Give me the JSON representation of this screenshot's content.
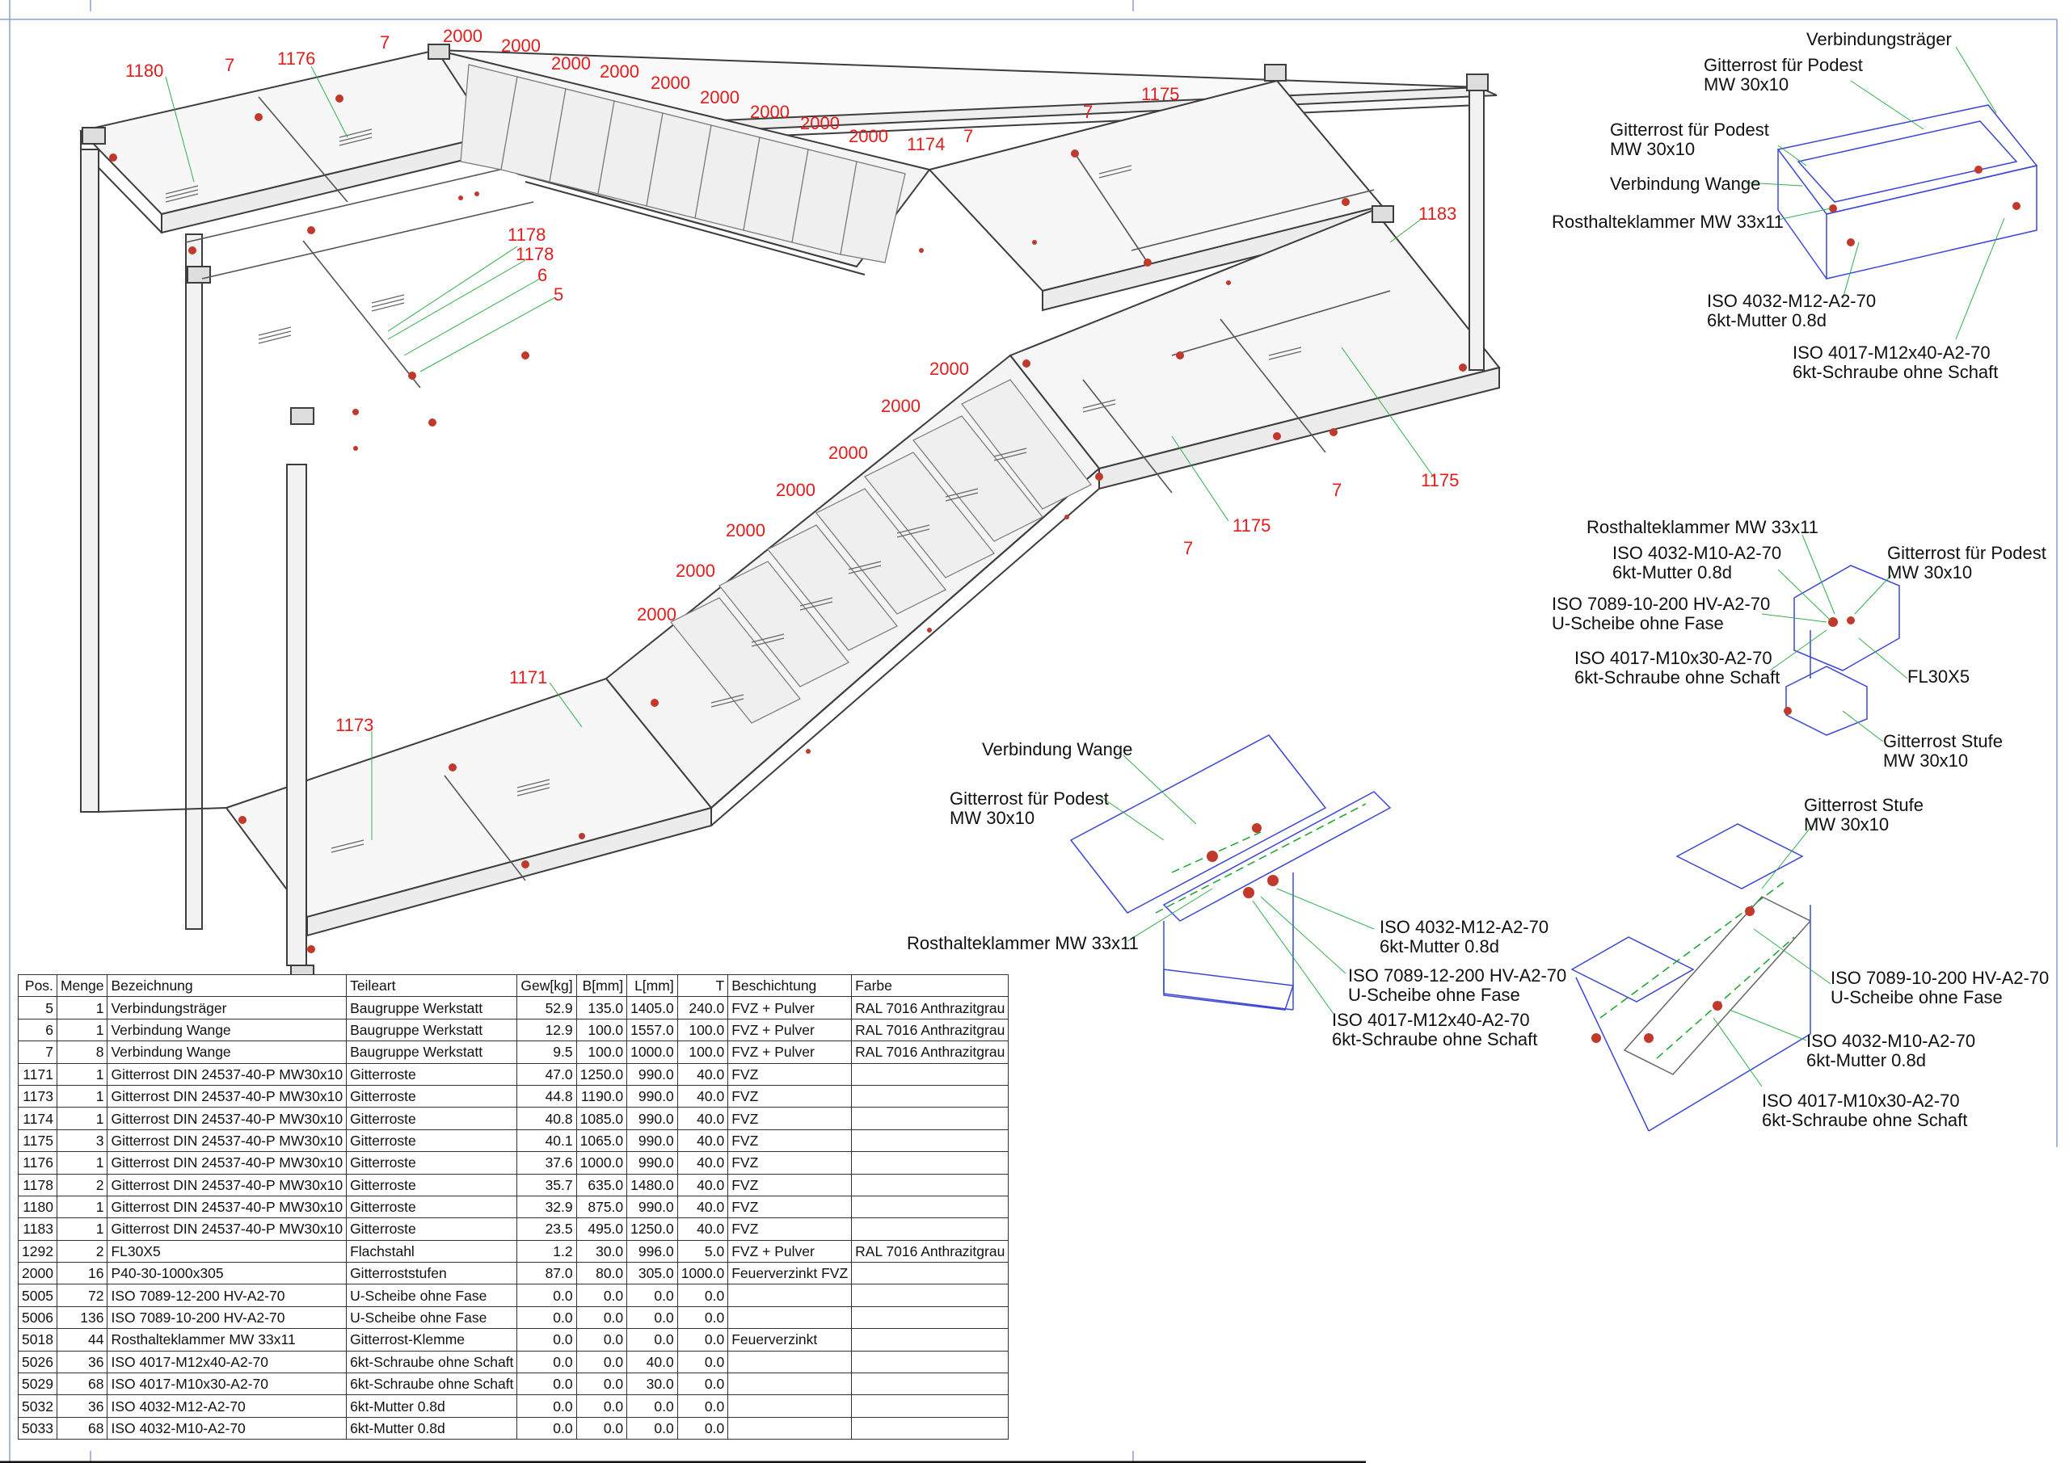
{
  "position_numbers": {
    "p1180": "1180",
    "p7a": "7",
    "p1176": "1176",
    "p7b": "7",
    "s1": "2000",
    "s2": "2000",
    "s3": "2000",
    "s4": "2000",
    "s5": "2000",
    "s6": "2000",
    "s7": "2000",
    "s8": "2000",
    "s9": "2000",
    "p1174": "1174",
    "p7c": "7",
    "p7d": "7",
    "p1175a": "1175",
    "p1183": "1183",
    "p1178a": "1178",
    "p1178b": "1178",
    "p6": "6",
    "p5": "5",
    "t1": "2000",
    "t2": "2000",
    "t3": "2000",
    "t4": "2000",
    "t5": "2000",
    "t6": "2000",
    "t7": "2000",
    "p1171": "1171",
    "p1173": "1173",
    "p7e": "7",
    "p1175b": "1175",
    "p1175c": "1175",
    "p7f": "7"
  },
  "detail_a": {
    "l1": "Verbindungsträger",
    "l2a": "Gitterrost für Podest",
    "l2b": "MW 30x10",
    "l3a": "Gitterrost für Podest",
    "l3b": "MW 30x10",
    "l4": "Verbindung Wange",
    "l5": "Rosthalteklammer MW 33x11",
    "l6a": "ISO 4032-M12-A2-70",
    "l6b": "6kt-Mutter 0.8d",
    "l7a": "ISO 4017-M12x40-A2-70",
    "l7b": "6kt-Schraube ohne Schaft"
  },
  "detail_b": {
    "l1": "Rosthalteklammer MW 33x11",
    "l2a": "ISO 4032-M10-A2-70",
    "l2b": "6kt-Mutter 0.8d",
    "l3a": "Gitterrost für Podest",
    "l3b": "MW 30x10",
    "l4a": "ISO 7089-10-200 HV-A2-70",
    "l4b": "U-Scheibe ohne Fase",
    "l5a": "ISO 4017-M10x30-A2-70",
    "l5b": "6kt-Schraube ohne Schaft",
    "l6": "FL30X5",
    "l7a": "Gitterrost Stufe",
    "l7b": "MW 30x10"
  },
  "detail_c": {
    "l1": "Verbindung Wange",
    "l2a": "Gitterrost für Podest",
    "l2b": "MW 30x10",
    "l3": "Rosthalteklammer MW 33x11",
    "l4a": "ISO 4032-M12-A2-70",
    "l4b": "6kt-Mutter 0.8d",
    "l5a": "ISO 7089-12-200 HV-A2-70",
    "l5b": "U-Scheibe ohne Fase",
    "l6a": "ISO 4017-M12x40-A2-70",
    "l6b": "6kt-Schraube ohne Schaft"
  },
  "detail_d": {
    "l1a": "Gitterrost Stufe",
    "l1b": "MW 30x10",
    "l2a": "ISO 7089-10-200 HV-A2-70",
    "l2b": "U-Scheibe ohne Fase",
    "l3a": "ISO 4032-M10-A2-70",
    "l3b": "6kt-Mutter 0.8d",
    "l4a": "ISO 4017-M10x30-A2-70",
    "l4b": "6kt-Schraube ohne Schaft"
  },
  "bom": {
    "headers": [
      "Pos.",
      "Menge",
      "Bezeichnung",
      "Teileart",
      "Gew[kg]",
      "B[mm]",
      "L[mm]",
      "T",
      "Beschichtung",
      "Farbe"
    ],
    "rows": [
      [
        "5",
        "1",
        "Verbindungsträger",
        "Baugruppe Werkstatt",
        "52.9",
        "135.0",
        "1405.0",
        "240.0",
        "FVZ + Pulver",
        "RAL 7016 Anthrazitgrau"
      ],
      [
        "6",
        "1",
        "Verbindung Wange",
        "Baugruppe Werkstatt",
        "12.9",
        "100.0",
        "1557.0",
        "100.0",
        "FVZ + Pulver",
        "RAL 7016 Anthrazitgrau"
      ],
      [
        "7",
        "8",
        "Verbindung Wange",
        "Baugruppe Werkstatt",
        "9.5",
        "100.0",
        "1000.0",
        "100.0",
        "FVZ + Pulver",
        "RAL 7016 Anthrazitgrau"
      ],
      [
        "1171",
        "1",
        "Gitterrost DIN 24537-40-P MW30x10",
        "Gitterroste",
        "47.0",
        "1250.0",
        "990.0",
        "40.0",
        "FVZ",
        ""
      ],
      [
        "1173",
        "1",
        "Gitterrost DIN 24537-40-P MW30x10",
        "Gitterroste",
        "44.8",
        "1190.0",
        "990.0",
        "40.0",
        "FVZ",
        ""
      ],
      [
        "1174",
        "1",
        "Gitterrost DIN 24537-40-P MW30x10",
        "Gitterroste",
        "40.8",
        "1085.0",
        "990.0",
        "40.0",
        "FVZ",
        ""
      ],
      [
        "1175",
        "3",
        "Gitterrost DIN 24537-40-P MW30x10",
        "Gitterroste",
        "40.1",
        "1065.0",
        "990.0",
        "40.0",
        "FVZ",
        ""
      ],
      [
        "1176",
        "1",
        "Gitterrost DIN 24537-40-P MW30x10",
        "Gitterroste",
        "37.6",
        "1000.0",
        "990.0",
        "40.0",
        "FVZ",
        ""
      ],
      [
        "1178",
        "2",
        "Gitterrost DIN 24537-40-P MW30x10",
        "Gitterroste",
        "35.7",
        "635.0",
        "1480.0",
        "40.0",
        "FVZ",
        ""
      ],
      [
        "1180",
        "1",
        "Gitterrost DIN 24537-40-P MW30x10",
        "Gitterroste",
        "32.9",
        "875.0",
        "990.0",
        "40.0",
        "FVZ",
        ""
      ],
      [
        "1183",
        "1",
        "Gitterrost DIN 24537-40-P MW30x10",
        "Gitterroste",
        "23.5",
        "495.0",
        "1250.0",
        "40.0",
        "FVZ",
        ""
      ],
      [
        "1292",
        "2",
        "FL30X5",
        "Flachstahl",
        "1.2",
        "30.0",
        "996.0",
        "5.0",
        "FVZ + Pulver",
        "RAL 7016 Anthrazitgrau"
      ],
      [
        "2000",
        "16",
        "P40-30-1000x305",
        "Gitterroststufen",
        "87.0",
        "80.0",
        "305.0",
        "1000.0",
        "Feuerverzinkt FVZ",
        ""
      ],
      [
        "5005",
        "72",
        "ISO 7089-12-200 HV-A2-70",
        "U-Scheibe ohne Fase",
        "0.0",
        "0.0",
        "0.0",
        "0.0",
        "",
        ""
      ],
      [
        "5006",
        "136",
        "ISO 7089-10-200 HV-A2-70",
        "U-Scheibe ohne Fase",
        "0.0",
        "0.0",
        "0.0",
        "0.0",
        "",
        ""
      ],
      [
        "5018",
        "44",
        "Rosthalteklammer MW 33x11",
        "Gitterrost-Klemme",
        "0.0",
        "0.0",
        "0.0",
        "0.0",
        "Feuerverzinkt",
        ""
      ],
      [
        "5026",
        "36",
        "ISO 4017-M12x40-A2-70",
        "6kt-Schraube ohne Schaft",
        "0.0",
        "0.0",
        "40.0",
        "0.0",
        "",
        ""
      ],
      [
        "5029",
        "68",
        "ISO 4017-M10x30-A2-70",
        "6kt-Schraube ohne Schaft",
        "0.0",
        "0.0",
        "30.0",
        "0.0",
        "",
        ""
      ],
      [
        "5032",
        "36",
        "ISO 4032-M12-A2-70",
        "6kt-Mutter 0.8d",
        "0.0",
        "0.0",
        "0.0",
        "0.0",
        "",
        ""
      ],
      [
        "5033",
        "68",
        "ISO 4032-M10-A2-70",
        "6kt-Mutter 0.8d",
        "0.0",
        "0.0",
        "0.0",
        "0.0",
        "",
        ""
      ]
    ]
  },
  "colors": {
    "position_label": "#e11d1d",
    "structure_line": "#444444",
    "detail_blue": "#3b46d6",
    "detail_green": "#17a32a",
    "bolt": "#c0392b"
  }
}
